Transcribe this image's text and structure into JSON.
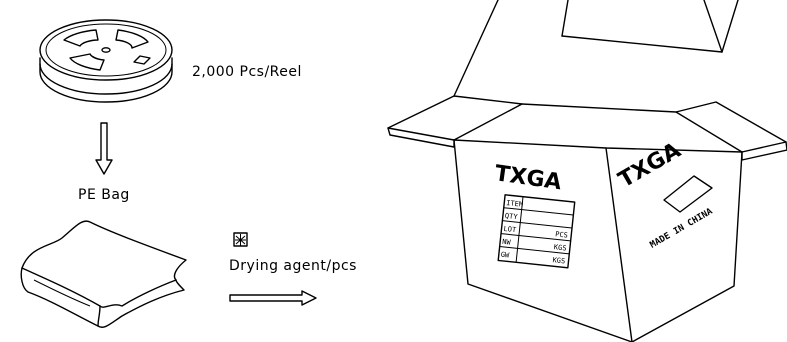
{
  "labels": {
    "reel_capacity": "2,000 Pcs/Reel",
    "pe_bag": "PE Bag",
    "drying_agent": "Drying agent/pcs"
  },
  "box": {
    "logo": "TXGA",
    "made_in": "MADE IN CHINA",
    "label_rows": [
      "ITEM",
      "QTY",
      "LOT",
      "NW",
      "GW"
    ],
    "label_right": [
      "PCS",
      "KGS",
      "KGS"
    ]
  },
  "colors": {
    "line": "#000000",
    "background": "#ffffff"
  }
}
